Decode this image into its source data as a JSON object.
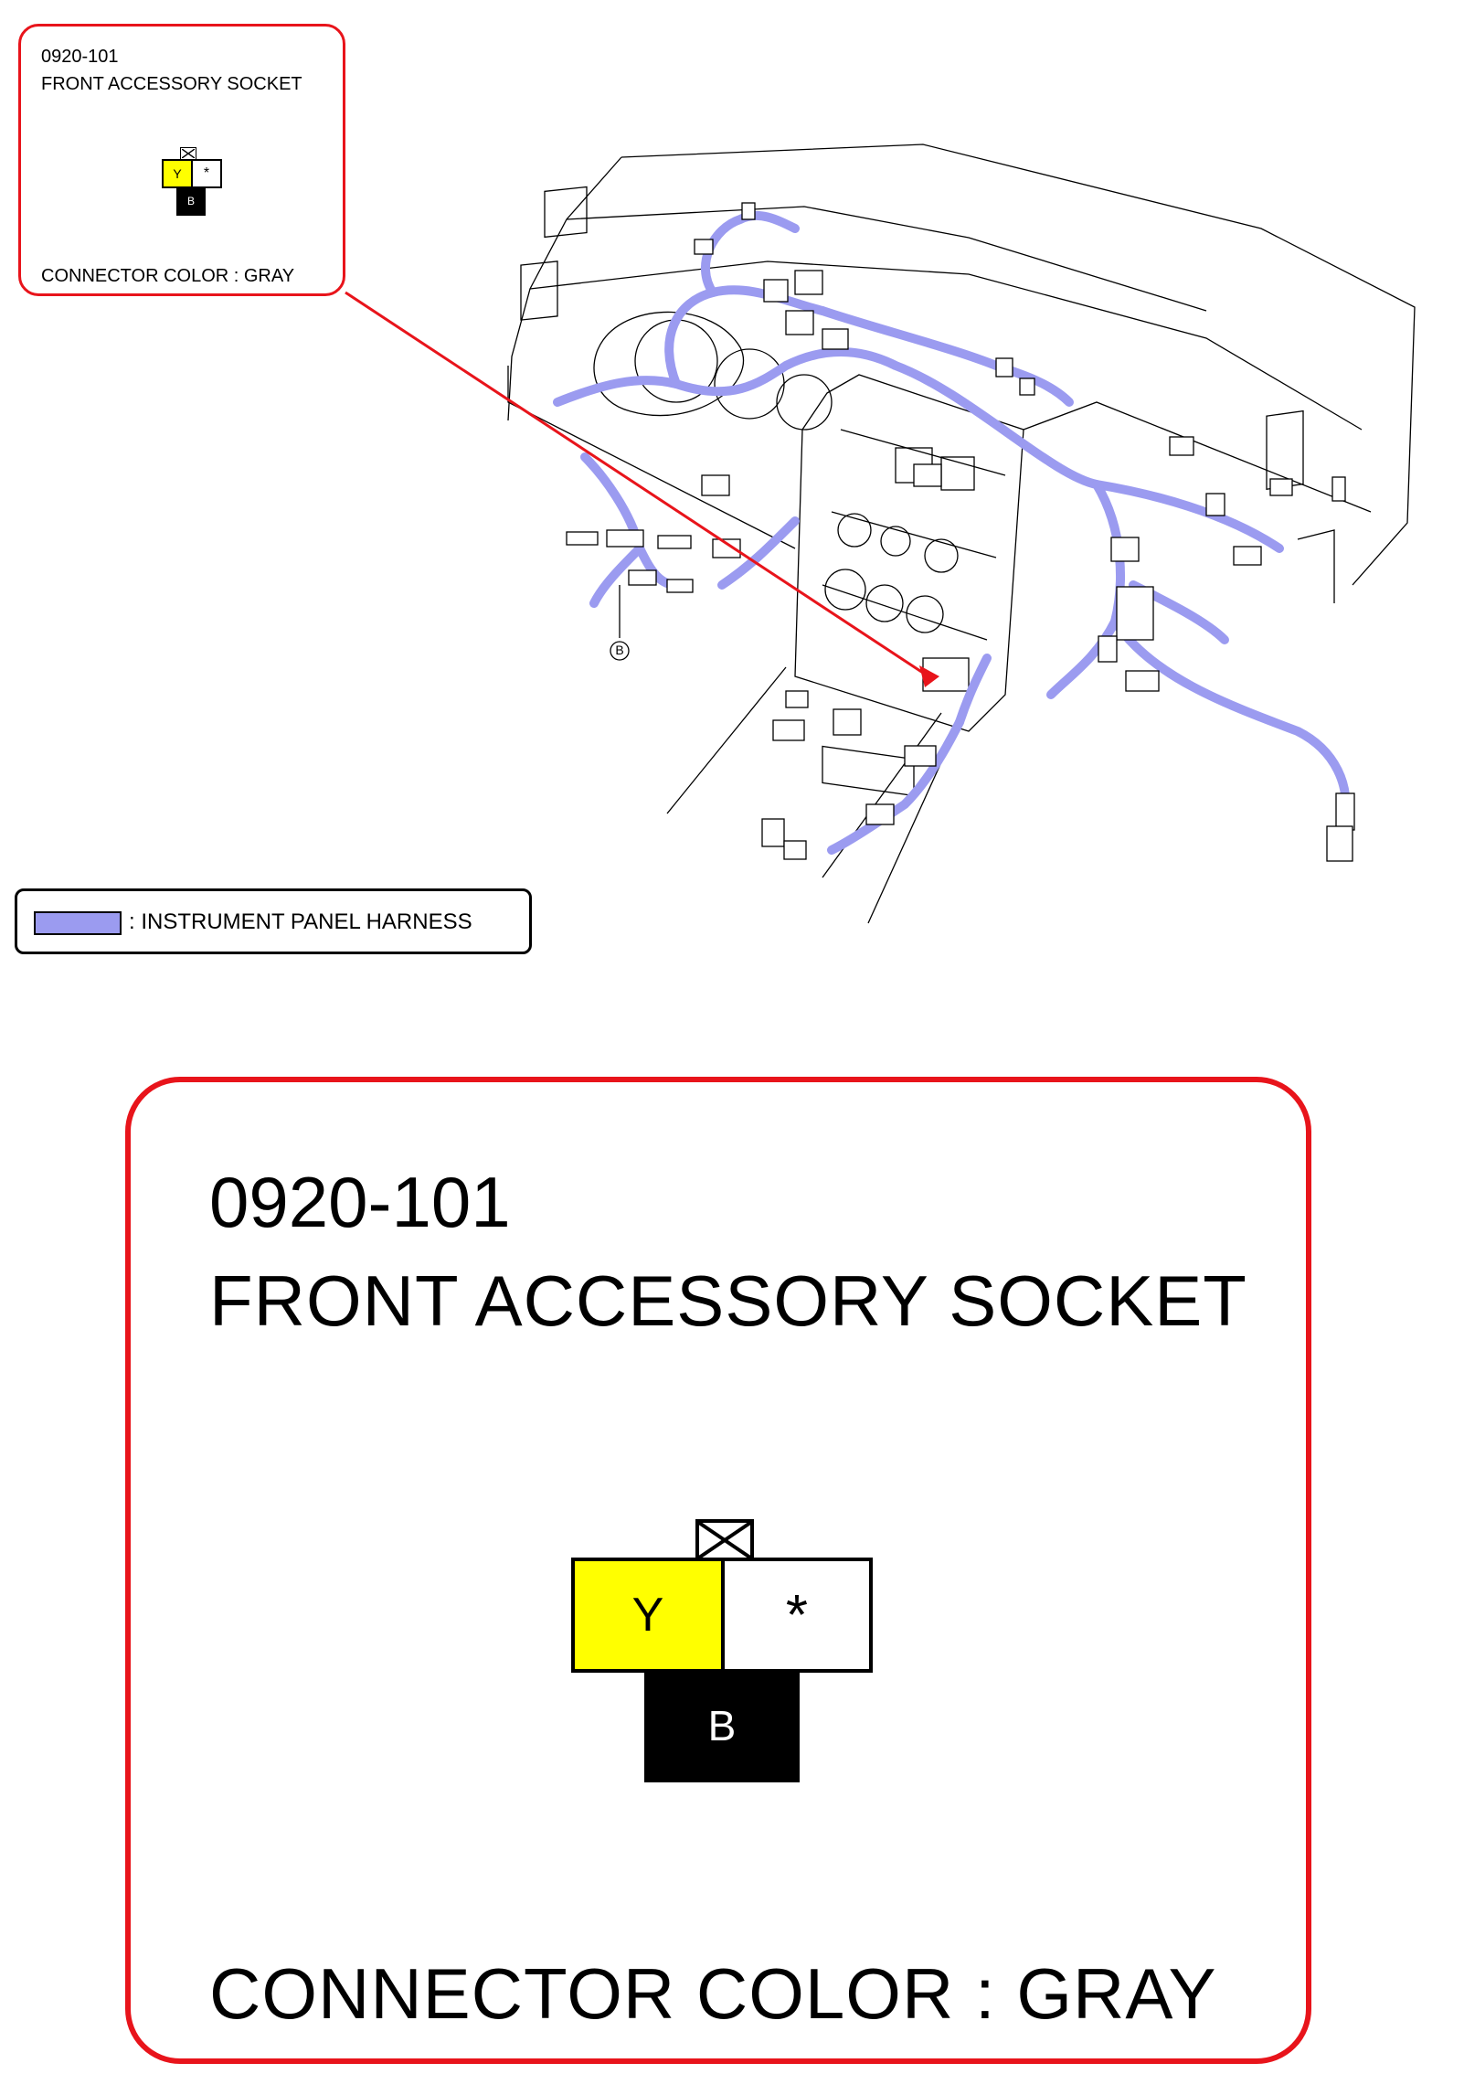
{
  "connector": {
    "code": "0920-101",
    "name": "FRONT ACCESSORY SOCKET",
    "color_label": "CONNECTOR COLOR : GRAY",
    "pins": [
      {
        "label": "Y",
        "fill": "#ffff00",
        "text_color": "#000000"
      },
      {
        "label": "*",
        "fill": "#ffffff",
        "text_color": "#000000"
      },
      {
        "label": "B",
        "fill": "#000000",
        "text_color": "#ffffff"
      }
    ]
  },
  "diagram": {
    "marker_label": "B",
    "harness_color": "#9b9bf0",
    "leader_color": "#e8141b"
  },
  "legend": {
    "label": ": INSTRUMENT PANEL HARNESS"
  }
}
